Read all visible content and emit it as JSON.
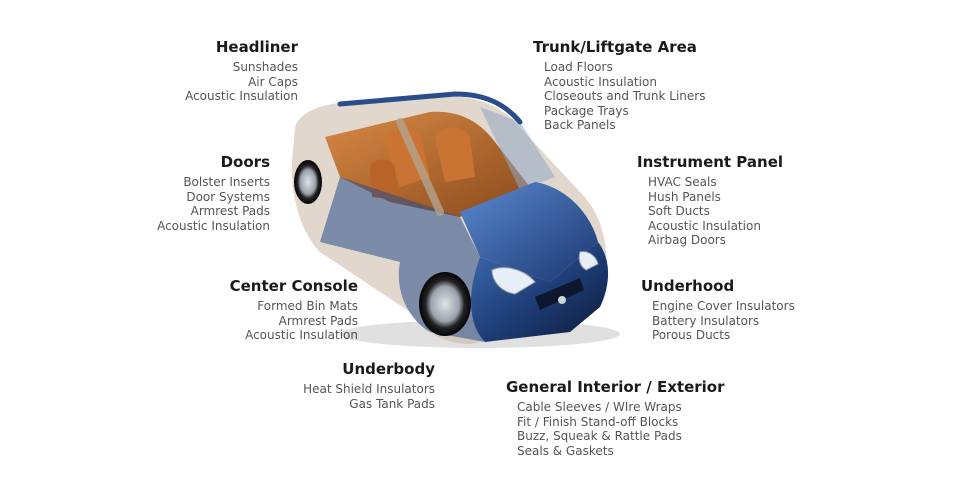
{
  "colors": {
    "heading": "#1a1a1a",
    "item_text": "#555555",
    "car_body": "#1f3f7a",
    "car_interior": "#b5652a",
    "background": "#ffffff"
  },
  "illustration": {
    "icon": "car-cutaway-icon"
  },
  "groups": {
    "headliner": {
      "heading": "Headliner",
      "items": [
        "Sunshades",
        "Air Caps",
        "Acoustic Insulation"
      ]
    },
    "doors": {
      "heading": "Doors",
      "items": [
        "Bolster Inserts",
        "Door Systems",
        "Armrest Pads",
        "Acoustic Insulation"
      ]
    },
    "center_console": {
      "heading": "Center Console",
      "items": [
        "Formed Bin Mats",
        "Armrest Pads",
        "Acoustic Insulation"
      ]
    },
    "underbody": {
      "heading": "Underbody",
      "items": [
        "Heat Shield Insulators",
        "Gas Tank Pads"
      ]
    },
    "trunk": {
      "heading": "Trunk/Liftgate Area",
      "items": [
        "Load Floors",
        "Acoustic Insulation",
        "Closeouts and Trunk Liners",
        "Package Trays",
        "Back Panels"
      ]
    },
    "instrument_panel": {
      "heading": "Instrument Panel",
      "items": [
        "HVAC Seals",
        "Hush Panels",
        "Soft Ducts",
        "Acoustic Insulation",
        "Airbag Doors"
      ]
    },
    "underhood": {
      "heading": "Underhood",
      "items": [
        "Engine Cover Insulators",
        "Battery Insulators",
        "Porous Ducts"
      ]
    },
    "general": {
      "heading": "General Interior / Exterior",
      "items": [
        "Cable Sleeves / WIre Wraps",
        "Fit / Finish Stand-off Blocks",
        "Buzz, Squeak & Rattle Pads",
        "Seals & Gaskets"
      ]
    }
  }
}
